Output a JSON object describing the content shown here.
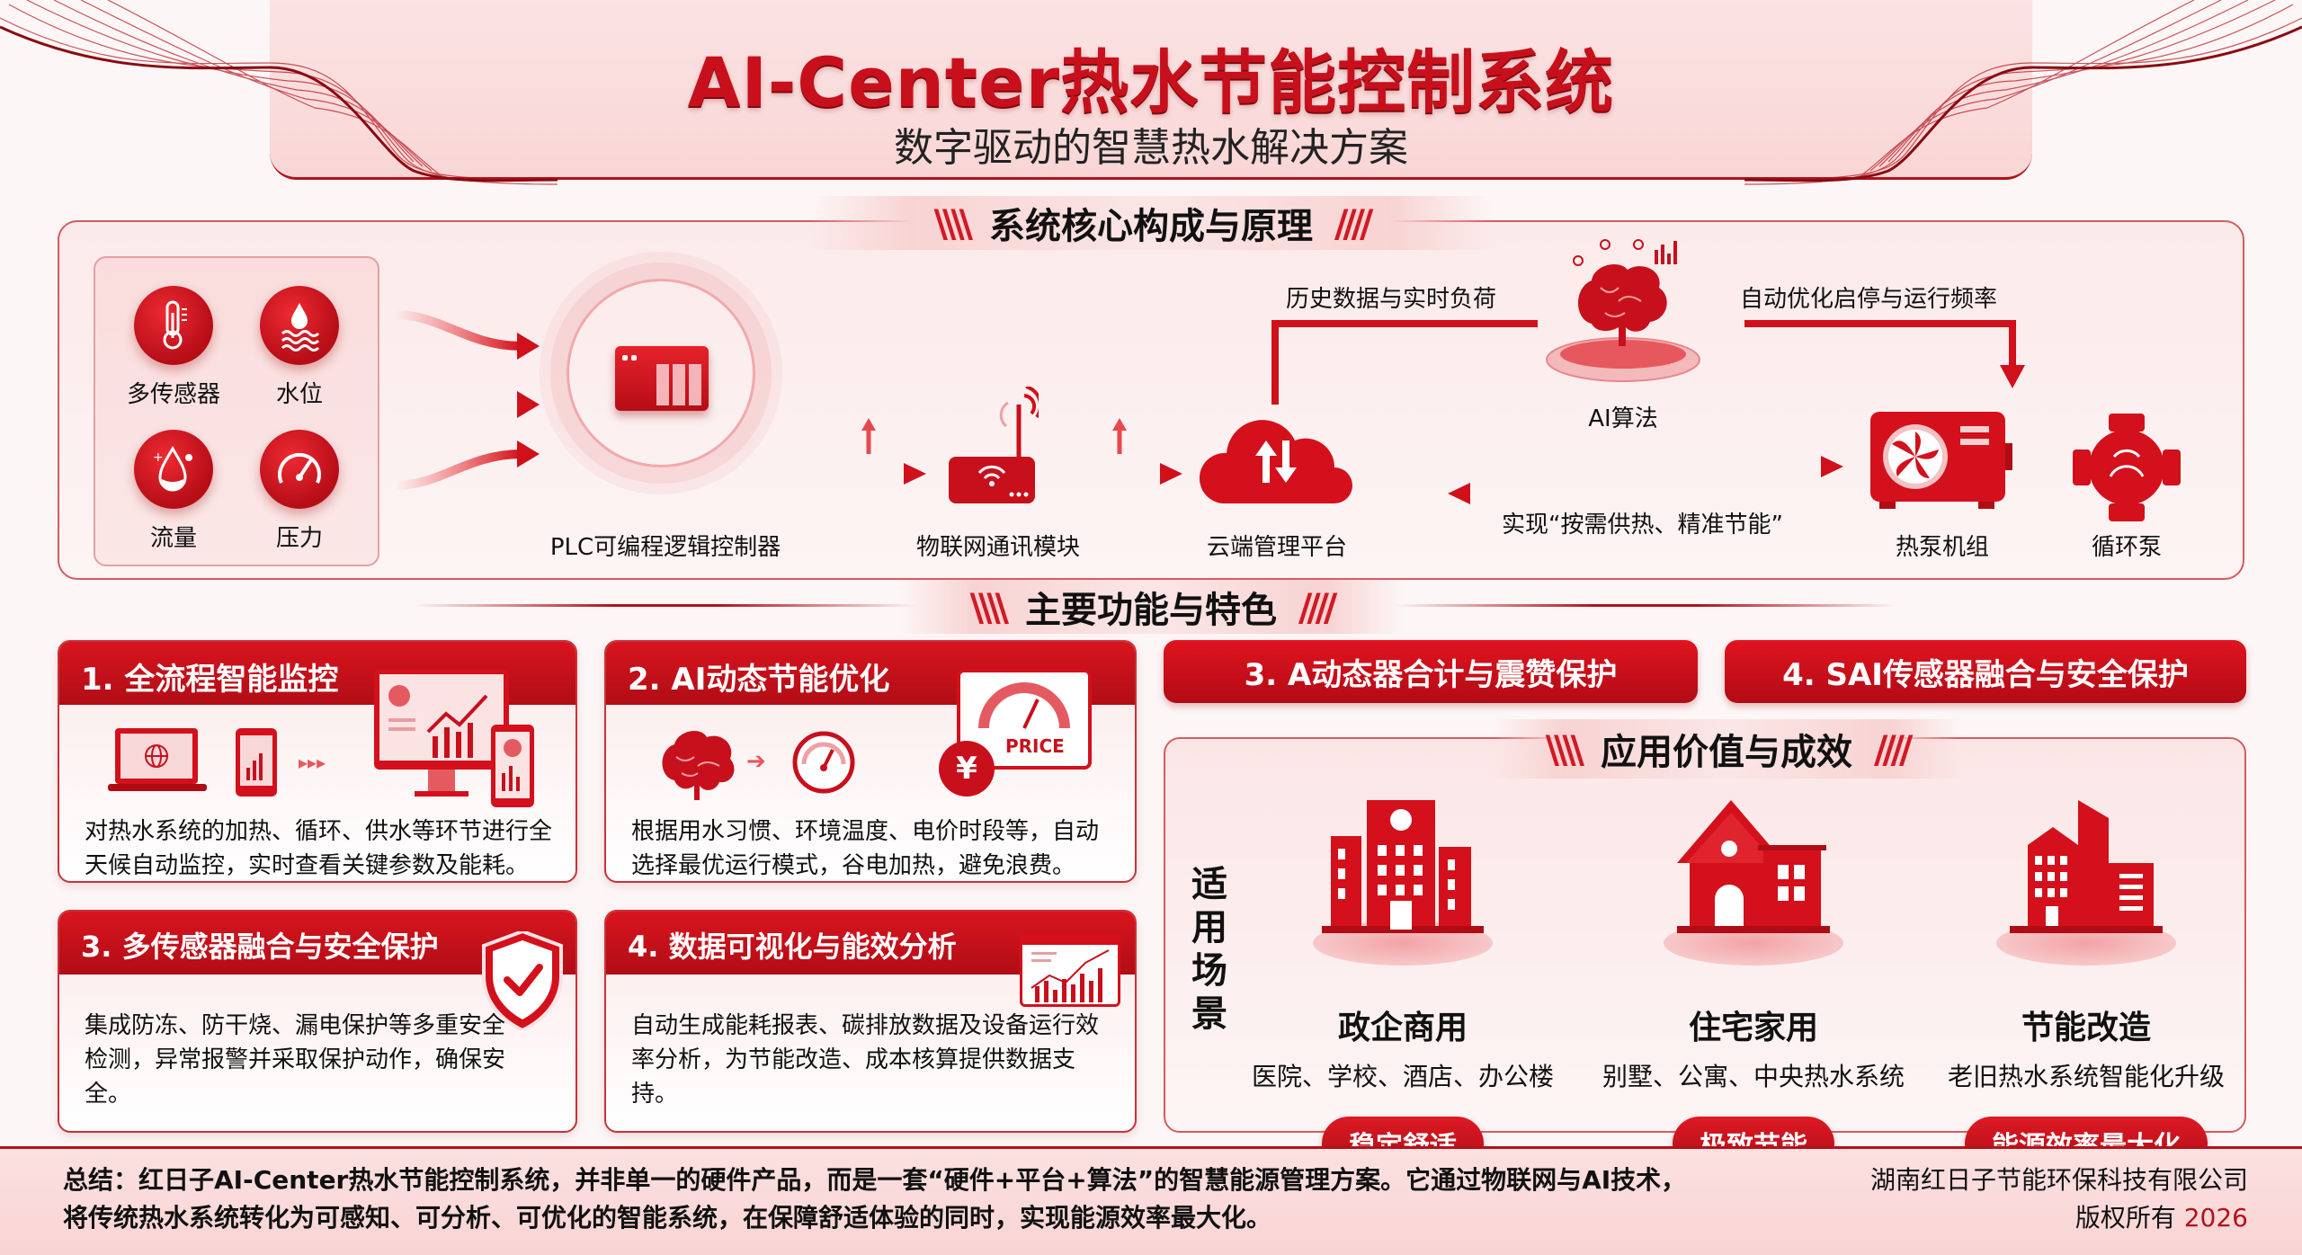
{
  "header": {
    "title": "AI-Center热水节能控制系统",
    "subtitle": "数字驱动的智慧热水解决方案"
  },
  "core_section": {
    "heading": "系统核心构成与原理",
    "sensors": [
      {
        "label": "多传感器",
        "icon": "thermometer-icon"
      },
      {
        "label": "水位",
        "icon": "water-level-icon"
      },
      {
        "label": "流量",
        "icon": "flow-drop-icon"
      },
      {
        "label": "压力",
        "icon": "pressure-gauge-icon"
      }
    ],
    "nodes": {
      "plc": "PLC可编程逻辑控制器",
      "iot": "物联网通讯模块",
      "cloud": "云端管理平台",
      "ai": "AI算法",
      "heat_pump": "热泵机组",
      "circulation_pump": "循环泵"
    },
    "flow_labels": {
      "to_ai": "历史数据与实时负荷",
      "from_ai": "自动优化启停与运行频率",
      "bidirectional": "实现“按需供热、精准节能”"
    }
  },
  "features_section": {
    "heading": "主要功能与特色",
    "cards": [
      {
        "title": "1. 全流程智能监控",
        "body": "对热水系统的加热、循环、供水等环节进行全天候自动监控，实时查看关键参数及能耗。"
      },
      {
        "title": "2. AI动态节能优化",
        "body": "根据用水习惯、环境温度、电价时段等，自动选择最优运行模式，谷电加热，避免浪费。",
        "price_label": "PRICE",
        "currency": "¥"
      },
      {
        "title": "3. 多传感器融合与安全保护",
        "body": "集成防冻、防干烧、漏电保护等多重安全检测，异常报警并采取保护动作，确保安全。"
      },
      {
        "title": "4. 数据可视化与能效分析",
        "body": "自动生成能耗报表、碳排放数据及设备运行效率分析，为节能改造、成本核算提供数据支持。"
      }
    ],
    "extra_headers": [
      "3. A动态器合计与震赞保护",
      "4. SAI传感器融合与安全保护"
    ]
  },
  "application_section": {
    "heading": "应用价值与成效",
    "side_label": "适用场景",
    "scenes": [
      {
        "title": "政企商用",
        "desc": "医院、学校、酒店、办公楼",
        "badge": "稳定舒适",
        "icon": "office-building-icon"
      },
      {
        "title": "住宅家用",
        "desc": "别墅、公寓、中央热水系统",
        "badge": "极致节能",
        "icon": "house-icon"
      },
      {
        "title": "节能改造",
        "desc": "老旧热水系统智能化升级",
        "badge": "能源效率最大化",
        "icon": "retrofit-building-icon"
      }
    ]
  },
  "footer": {
    "summary_line1": "总结：红日子AI-Center热水节能控制系统，并非单一的硬件产品，而是一套“硬件+平台+算法”的智慧能源管理方案。它通过物联网与AI技术，",
    "summary_line2": "将传统热水系统转化为可感知、可分析、可优化的智能系统，在保障舒适体验的同时，实现能源效率最大化。",
    "company": "湖南红日子节能环保科技有限公司",
    "copyright": "版权所有",
    "year": "2026"
  },
  "colors": {
    "brand_red": "#c8101c",
    "dark_red": "#b3111a",
    "panel_pink": "#fbe6e6",
    "text": "#111111"
  }
}
